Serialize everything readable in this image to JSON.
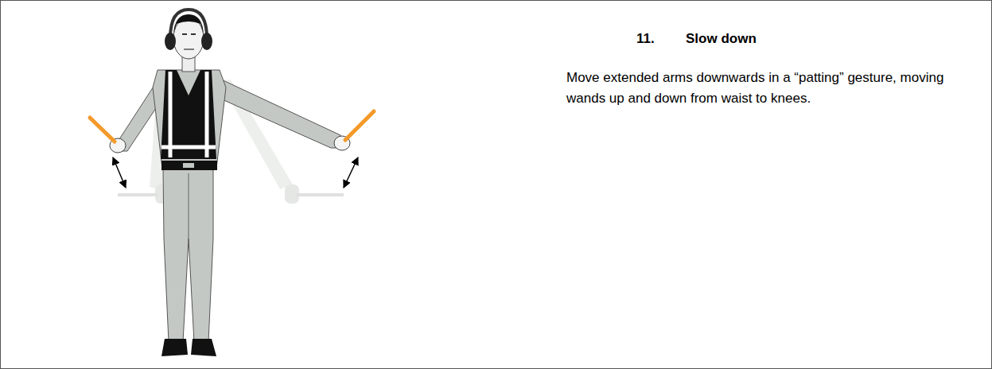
{
  "diagram": {
    "title": "Slow down",
    "labels": [
      "11.",
      "Move extended arms downwards in a “patting” gesture, moving wands up and down from waist to knees."
    ]
  }
}
